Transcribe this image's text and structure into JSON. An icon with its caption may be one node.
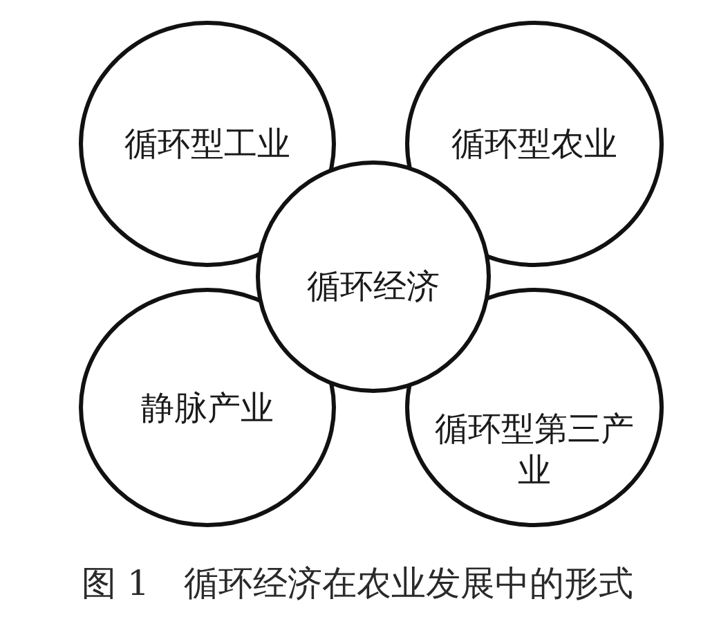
{
  "diagram": {
    "caption": "图 1　循环经济在农业发展中的形式",
    "nodes": [
      {
        "text": [
          "循环型工业"
        ]
      },
      {
        "text": [
          "循环型农业"
        ]
      },
      {
        "text": [
          "循环经济"
        ]
      },
      {
        "text": [
          "静脉产业"
        ]
      },
      {
        "text": [
          "循环型第三产业"
        ]
      }
    ]
  }
}
